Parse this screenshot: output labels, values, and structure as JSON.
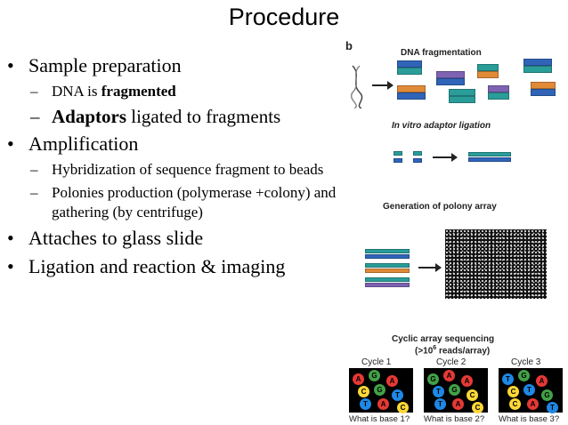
{
  "slide": {
    "title": "Procedure",
    "bullets": [
      {
        "text": "Sample preparation"
      },
      {
        "sub": [
          {
            "pre": "DNA is ",
            "bold": "fragmented",
            "post": ""
          },
          {
            "pre": "",
            "bold": "Adaptors",
            "post": " ligated to fragments"
          }
        ]
      },
      {
        "text": "Amplification"
      },
      {
        "sub": [
          {
            "text": "Hybridization of sequence fragment to beads"
          },
          {
            "text": "Polonies production (polymerase +colony) and gathering (by centrifuge)"
          }
        ]
      },
      {
        "text": "Attaches to glass slide"
      },
      {
        "text": "Ligation and reaction & imaging"
      }
    ]
  },
  "figure": {
    "panel_letter": "b",
    "step1_label": "DNA fragmentation",
    "step2_label": "In vitro adaptor ligation",
    "step3_label": "Generation of polony array",
    "step4_label_line1": "Cyclic array sequencing",
    "step4_label_line2_pre": "(>10",
    "step4_label_line2_sup": "6",
    "step4_label_line2_post": " reads/array)",
    "cycles": [
      {
        "label": "Cycle 1",
        "question": "What is base 1?",
        "bases": [
          "A",
          "G",
          "A",
          "C",
          "G",
          "T",
          "T",
          "A",
          "C"
        ]
      },
      {
        "label": "Cycle 2",
        "question": "What is base 2?",
        "bases": [
          "G",
          "A",
          "A",
          "T",
          "G",
          "C",
          "T",
          "A",
          "C"
        ]
      },
      {
        "label": "Cycle 3",
        "question": "What is base 3?",
        "bases": [
          "T",
          "G",
          "A",
          "C",
          "T",
          "G",
          "C",
          "A",
          "T"
        ]
      }
    ],
    "base_colors": {
      "A": "#e53935",
      "C": "#fdd835",
      "G": "#43a047",
      "T": "#1e88e5"
    }
  }
}
